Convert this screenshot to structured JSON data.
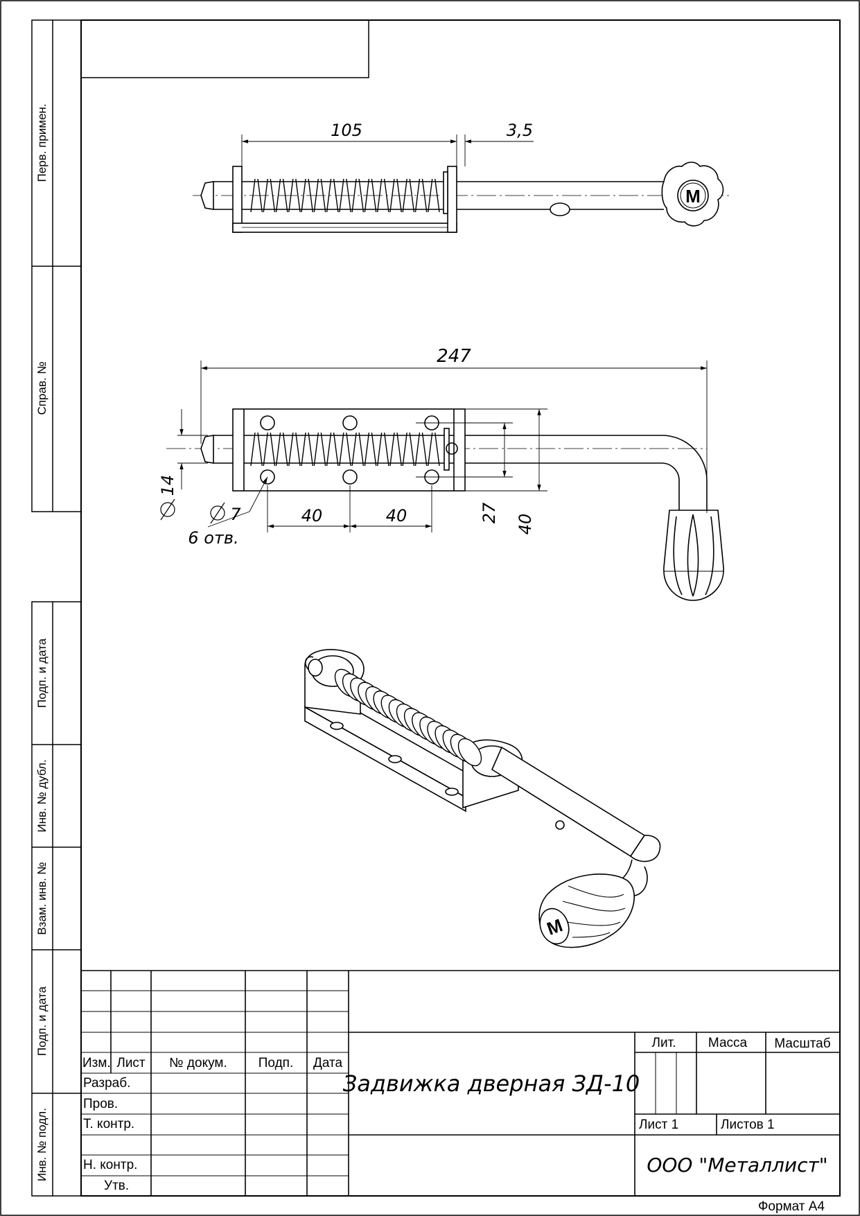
{
  "side_stamp": {
    "perv_primen": "Перв. примен.",
    "sprav_no": "Справ. №",
    "podp_data_1": "Подп. и дата",
    "inv_dubl": "Инв. № дубл.",
    "vzam_inv": "Взам. инв. №",
    "podp_data_2": "Подп. и дата",
    "inv_podl": "Инв. № подл."
  },
  "dimensions": {
    "top_length": "105",
    "top_gap": "3,5",
    "overall_length": "247",
    "shaft_dia": "14",
    "hole_dia": "7",
    "holes_count": "6 отв.",
    "hole_pitch_1": "40",
    "hole_pitch_2": "40",
    "body_height_inner": "27",
    "body_height_outer": "40",
    "knob_letter": "M"
  },
  "title_block": {
    "headers": {
      "izm": "Изм.",
      "list": "Лист",
      "dokum": "№ докум.",
      "podp": "Подп.",
      "data": "Дата"
    },
    "roles": [
      "Разраб.",
      "Пров.",
      "Т. контр.",
      "",
      "Н. контр.",
      "Утв."
    ],
    "title": "Задвижка дверная ЗД-10",
    "lit": "Лит.",
    "massa": "Масса",
    "masshtab": "Масштаб",
    "list_no": "Лист 1",
    "listov": "Листов 1",
    "organization": "ООО \"Металлист\""
  },
  "format": "Формат А4"
}
